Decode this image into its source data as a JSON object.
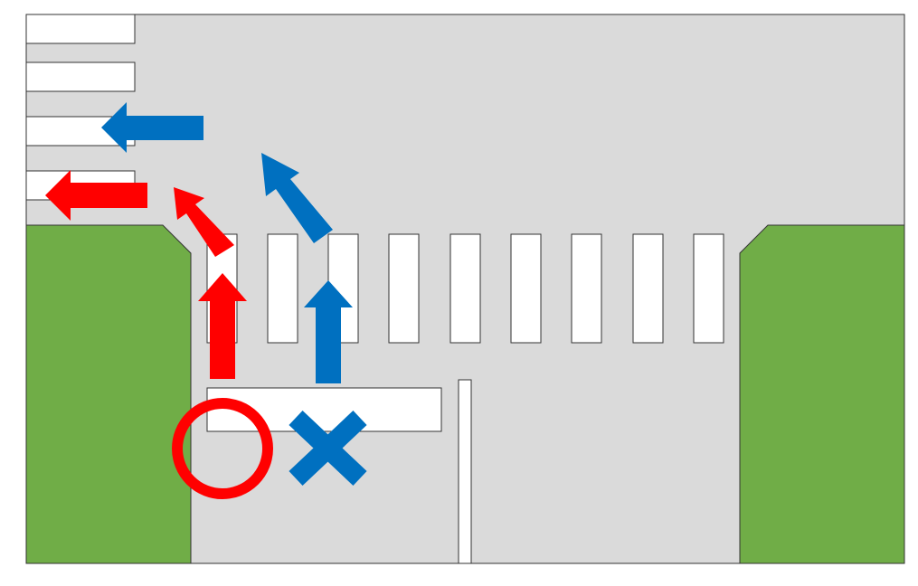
{
  "colors": {
    "road": "#dadada",
    "grass": "#70ad47",
    "marking": "#ffffff",
    "outline": "#333333",
    "correct": "#ff0000",
    "incorrect": "#0070c0"
  },
  "symbols": {
    "correct": "circle-symbol",
    "incorrect": "cross-symbol"
  },
  "paths": {
    "correct_route": "left-turn-keeping-to-left-edge",
    "incorrect_route": "left-turn-cutting-corner"
  }
}
